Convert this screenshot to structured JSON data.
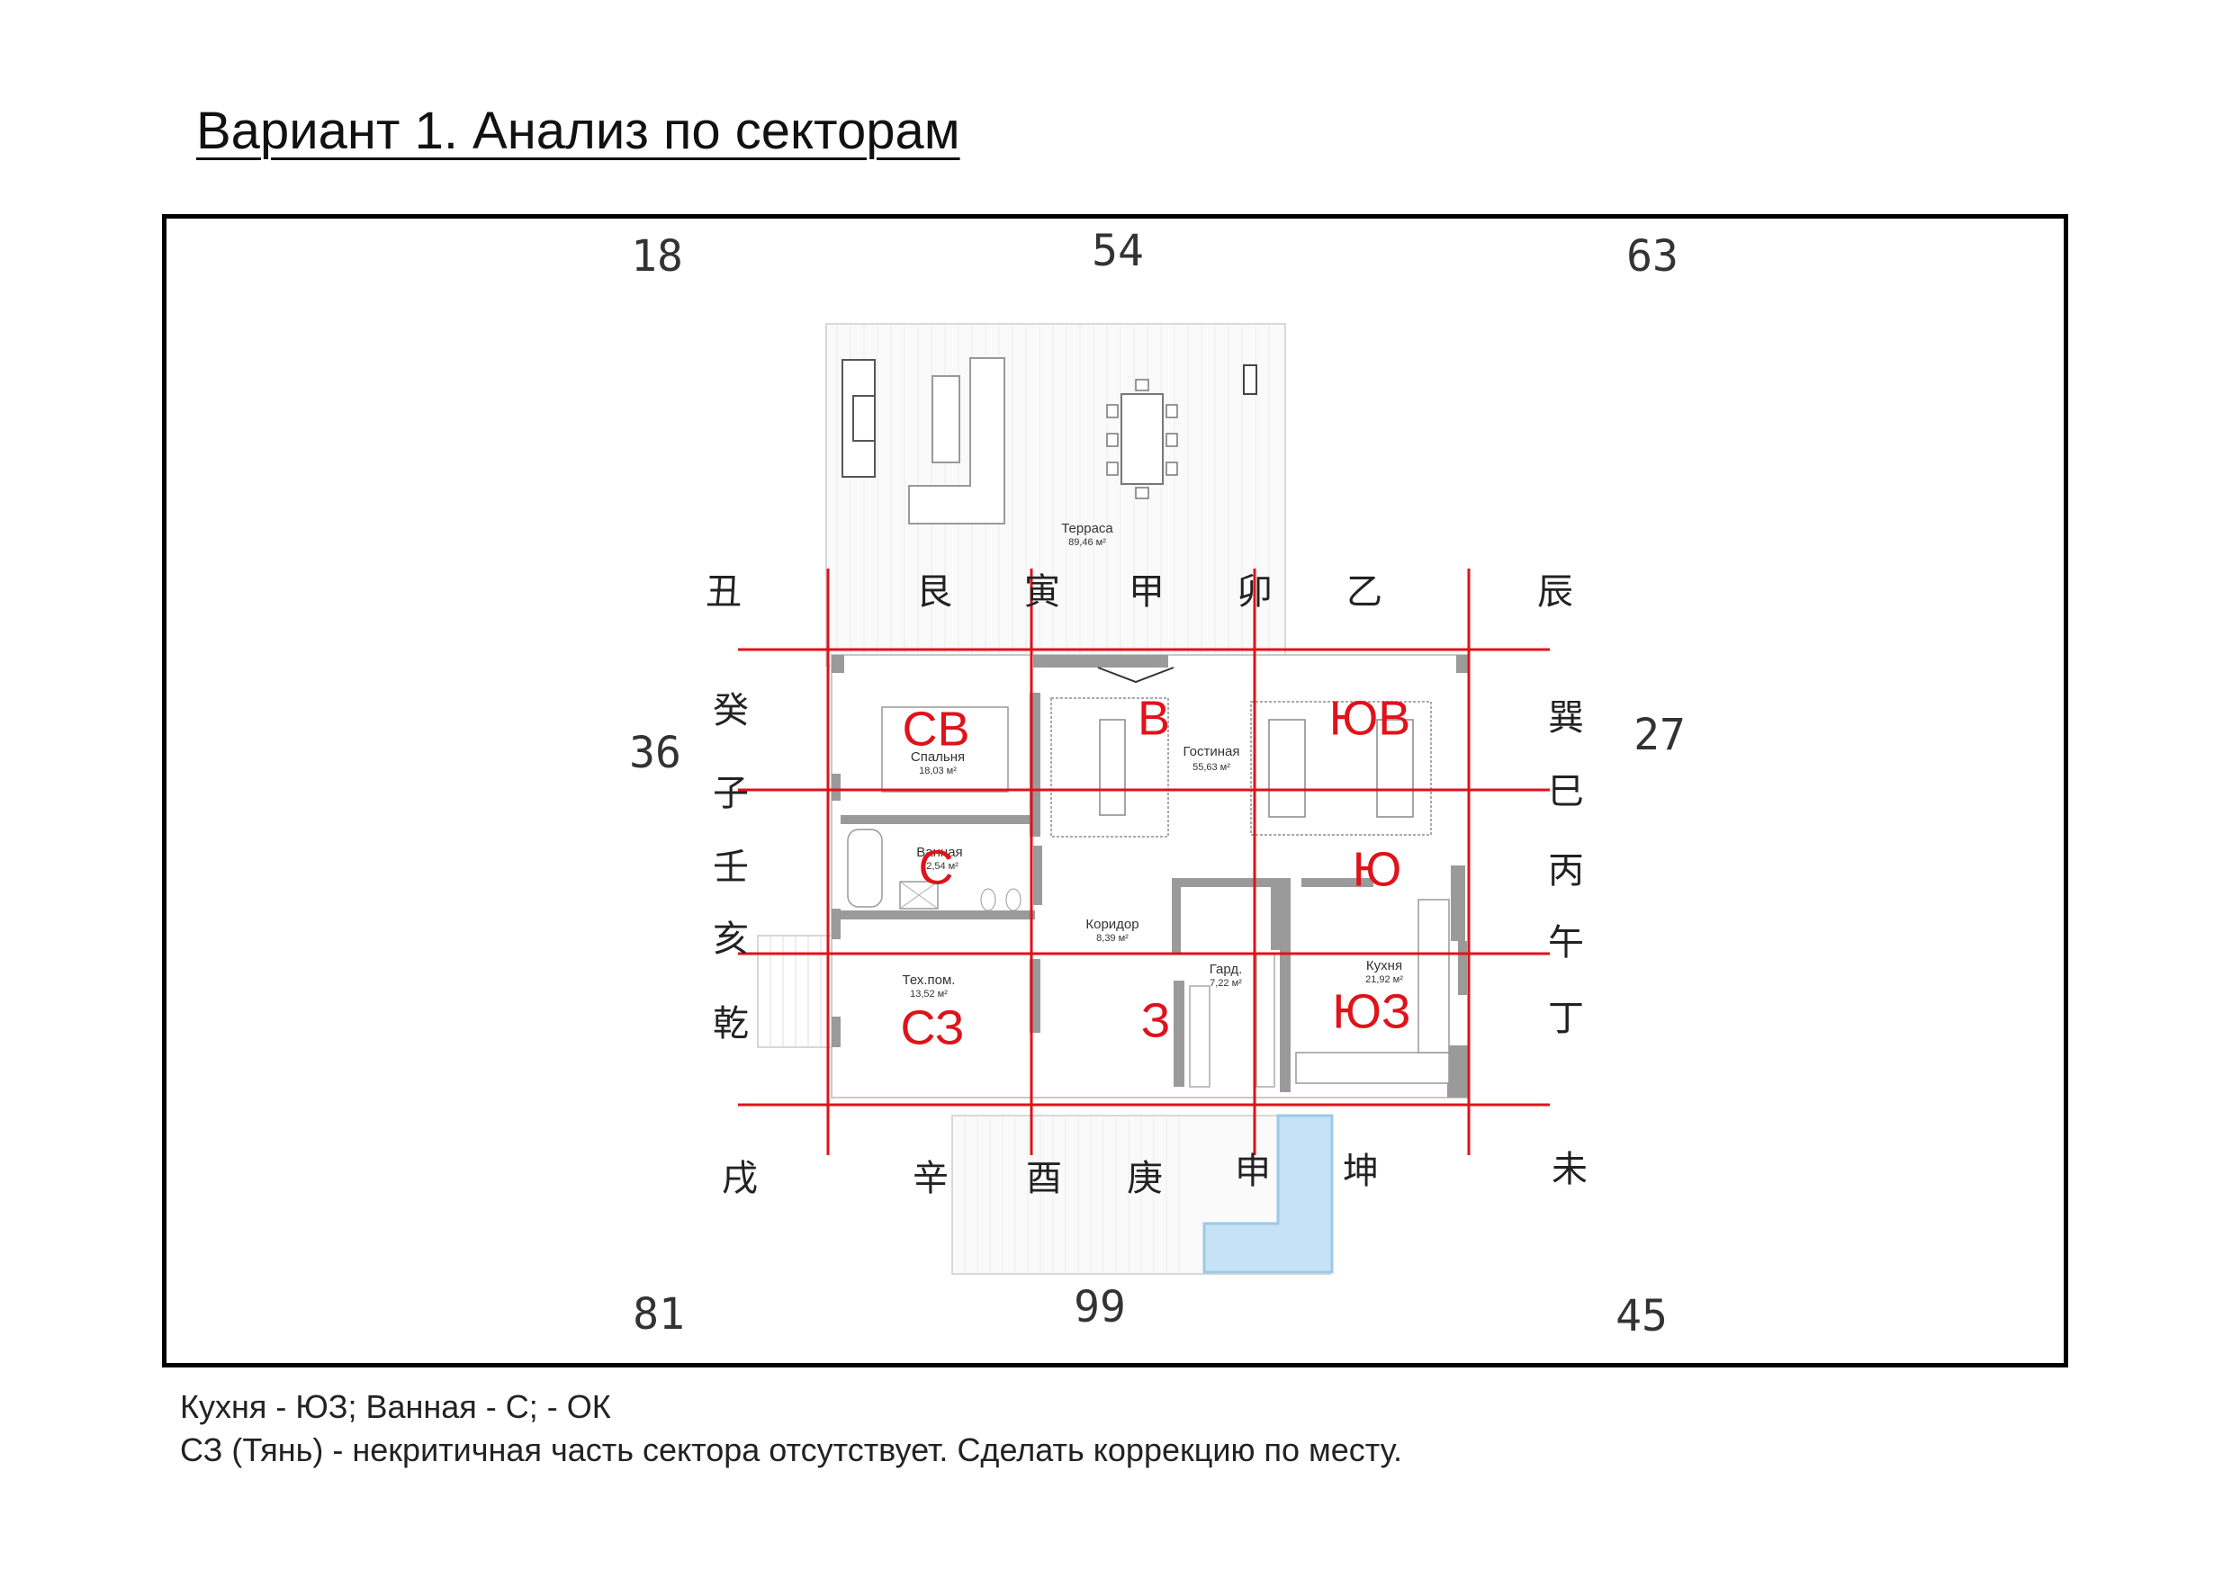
{
  "title": "Вариант 1. Анализ по секторам",
  "outer_numbers": {
    "nw": "18",
    "n": "54",
    "ne": "63",
    "w": "36",
    "e": "27",
    "sw": "81",
    "s": "99",
    "se": "45"
  },
  "top_glyphs": [
    "丑",
    "艮",
    "寅",
    "甲",
    "卯",
    "乙",
    "辰"
  ],
  "left_glyphs": [
    "癸",
    "子",
    "壬",
    "亥",
    "乾"
  ],
  "right_glyphs": [
    "巽",
    "巳",
    "丙",
    "午",
    "丁"
  ],
  "bottom_glyphs": [
    "戌",
    "辛",
    "酉",
    "庚",
    "申",
    "坤",
    "未"
  ],
  "sectors": {
    "nw_cell": "СВ",
    "n_cell": "В",
    "ne_cell": "ЮВ",
    "w_cell": "С",
    "e_cell": "Ю",
    "sw_cell": "СЗ",
    "s_cell": "З",
    "se_cell": "ЮЗ"
  },
  "rooms": {
    "terrace": {
      "name": "Терраса",
      "area": "89,46 м²"
    },
    "bedroom": {
      "name": "Спальня",
      "area": "18,03 м²"
    },
    "living": {
      "name": "Гостиная",
      "area": "55,63 м²"
    },
    "bath": {
      "name": "Ванная",
      "area": "12,54 м²"
    },
    "corridor": {
      "name": "Коридор",
      "area": "8,39 м²"
    },
    "tech": {
      "name": "Тех.пом.",
      "area": "13,52 м²"
    },
    "wardrobe": {
      "name": "Гард.",
      "area": "7,22 м²"
    },
    "kitchen": {
      "name": "Кухня",
      "area": "21,92 м²"
    }
  },
  "notes": [
    "Кухня - ЮЗ; Ванная - С;  - ОК",
    "СЗ (Тянь) - некритичная часть сектора отсутствует. Сделать коррекцию по месту."
  ],
  "colors": {
    "grid_line": "#e0121a",
    "frame": "#000000",
    "wall": "#9a9a9a"
  }
}
